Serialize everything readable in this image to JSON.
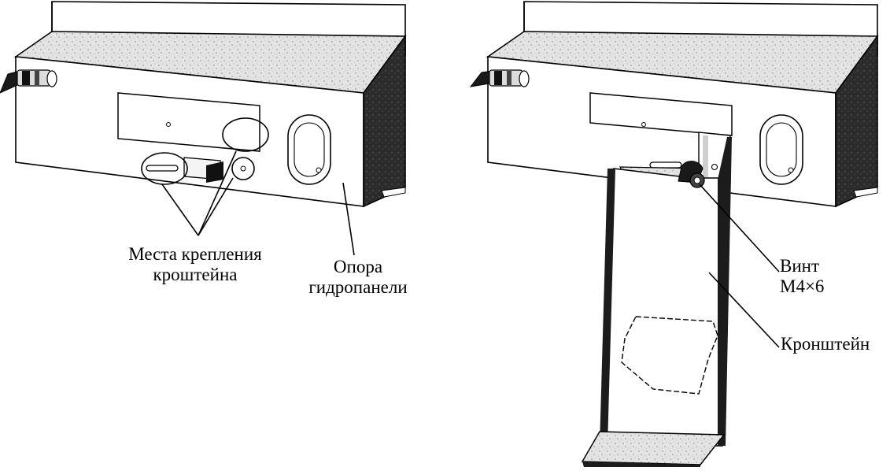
{
  "colors": {
    "ink": "#000000",
    "paper": "#ffffff",
    "metal_light": "#ececec",
    "metal_mid": "#cfcfcf",
    "metal_dark": "#2a2a2a"
  },
  "labels": {
    "mount_points": {
      "line1": "Места крепления",
      "line2": "кроштейна"
    },
    "panel_support": {
      "line1": "Опора",
      "line2": "гидропанели"
    },
    "screw": {
      "line1": "Винт",
      "line2": "М4×6"
    },
    "bracket": "Кронштейн"
  }
}
